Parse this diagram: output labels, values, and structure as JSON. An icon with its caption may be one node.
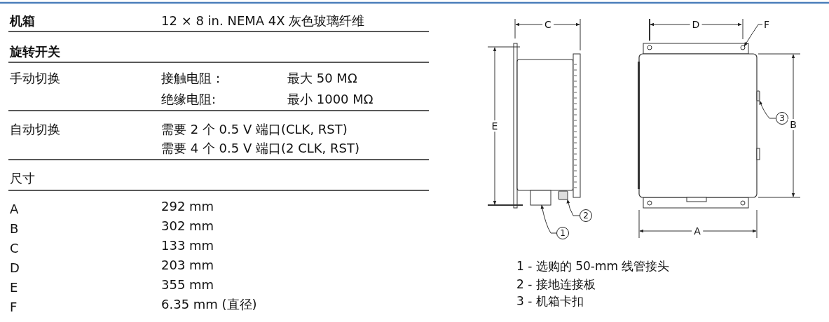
{
  "diagram": {
    "nodes": [
      {
        "text": [
          "1"
        ]
      },
      {
        "text": [],
        "shape": "box"
      },
      {
        "text": [
          "2"
        ]
      },
      {
        "text": [],
        "shape": "bar"
      },
      {
        "text": [
          "3"
        ]
      },
      {
        "text": [],
        "shape": "bar"
      },
      {
        "text": [
          "F"
        ]
      },
      {
        "text": [],
        "shape": "circle"
      }
    ],
    "edges": [
      {
        "from": 0,
        "to": 1,
        "arrow": "to"
      },
      {
        "from": 2,
        "to": 3,
        "arrow": "to"
      },
      {
        "from": 4,
        "to": 5,
        "arrow": "to"
      },
      {
        "from": 6,
        "to": 7,
        "arrow": "to"
      }
    ],
    "labels": [
      "机箱",
      "12 × 8 in. NEMA 4X 灰色玻璃纤维",
      "旋转开关",
      "手动切换",
      "接触电阻：",
      "最大 50 MΩ",
      "绝缘电阻:",
      "最小 1000 MΩ",
      "自动切换",
      "需要 2 个 0.5 V 端口(CLK, RST)",
      "需要 4 个 0.5 V 端口(2 CLK, RST)",
      "尺寸",
      "A",
      "292 mm",
      "B",
      "302 mm",
      "C",
      "133 mm",
      "D",
      "203 mm",
      "E",
      "355 mm",
      "F",
      "6.35 mm (直径)",
      "C",
      "D",
      "E",
      "B",
      "A",
      "1 - 选购的 50-mm 线管接头",
      "2 - 接地连接板",
      "3 - 机箱卡扣"
    ]
  }
}
